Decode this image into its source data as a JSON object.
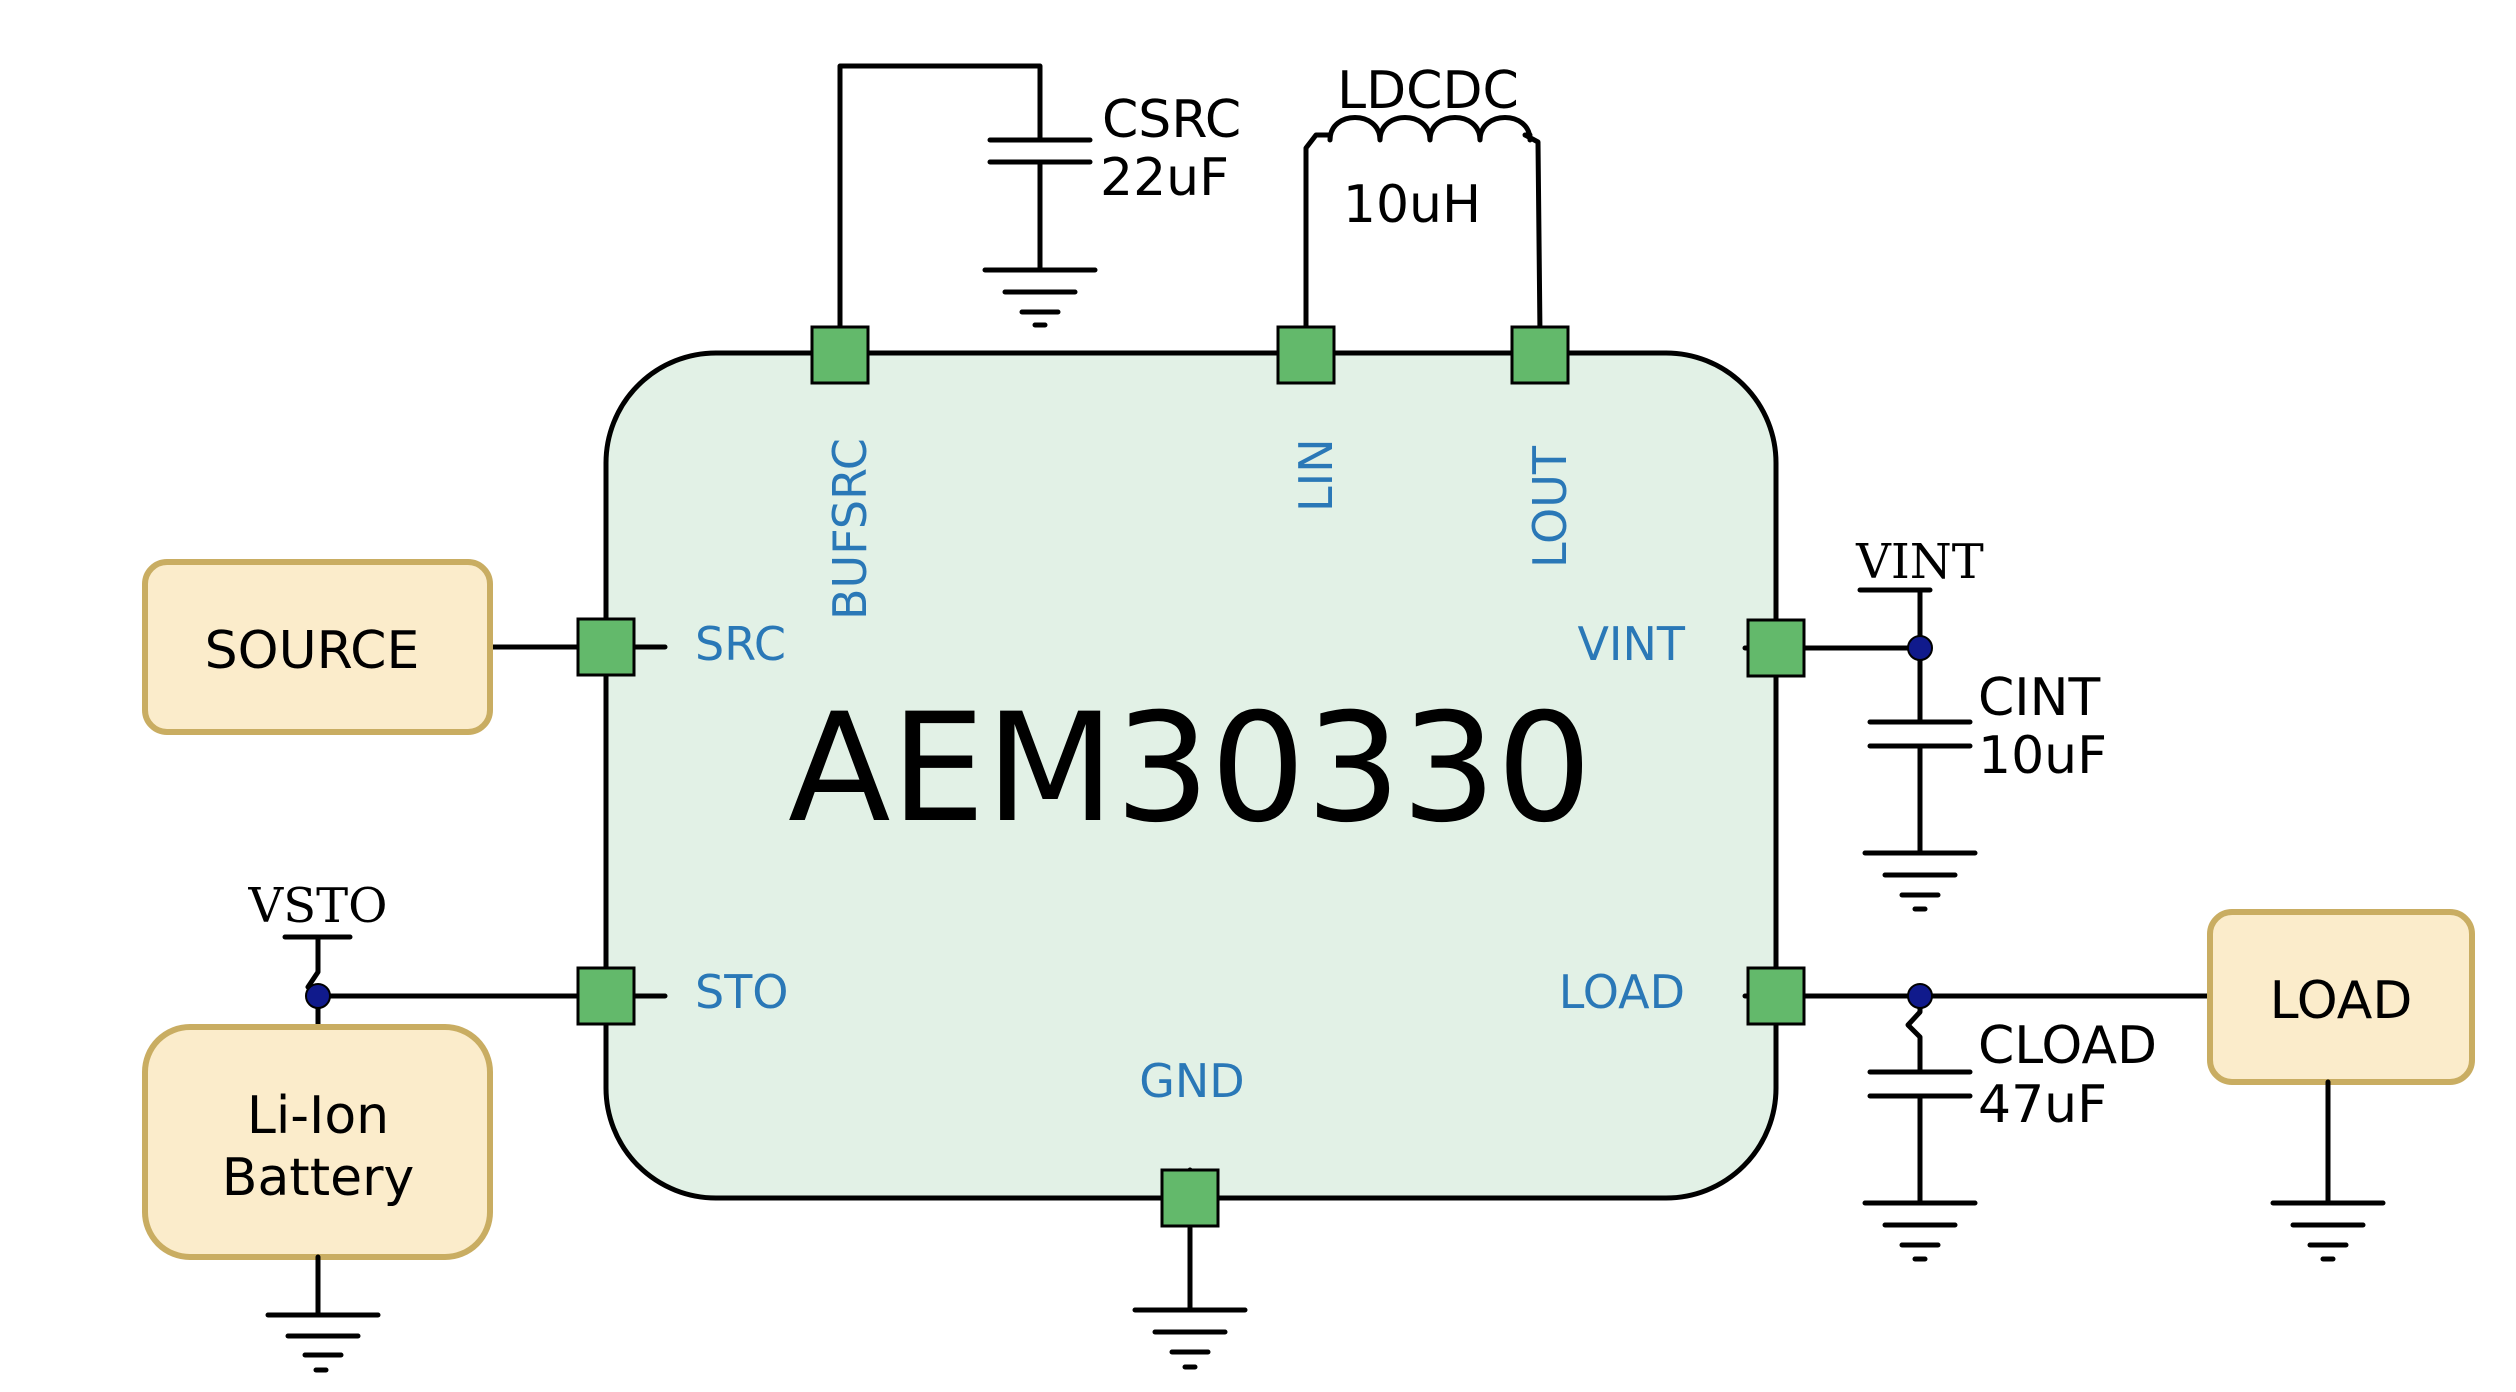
{
  "chip": {
    "name": "AEM30330",
    "fill": "#e2f1e6"
  },
  "pins": {
    "bufsrc": "BUFSRC",
    "lin": "LIN",
    "lout": "LOUT",
    "src": "SRC",
    "sto": "STO",
    "vint": "VINT",
    "load": "LOAD",
    "gnd": "GND"
  },
  "components": {
    "csrc": {
      "name": "CSRC",
      "value": "22uF"
    },
    "ldcdc": {
      "name": "LDCDC",
      "value": "10uH"
    },
    "cint": {
      "name": "CINT",
      "value": "10uF"
    },
    "cload": {
      "name": "CLOAD",
      "value": "47uF"
    }
  },
  "nets": {
    "vint": "VINT",
    "vsto": "VSTO"
  },
  "blocks": {
    "source": "SOURCE",
    "battery_line1": "Li-Ion",
    "battery_line2": "Battery",
    "load": "LOAD"
  },
  "colors": {
    "chip_fill": "#e2f1e6",
    "pin_fill": "#63b96b",
    "pin_label": "#2a78b7",
    "block_fill": "#fbeccb",
    "block_border": "#c9ad62",
    "junction": "#101a8c"
  }
}
